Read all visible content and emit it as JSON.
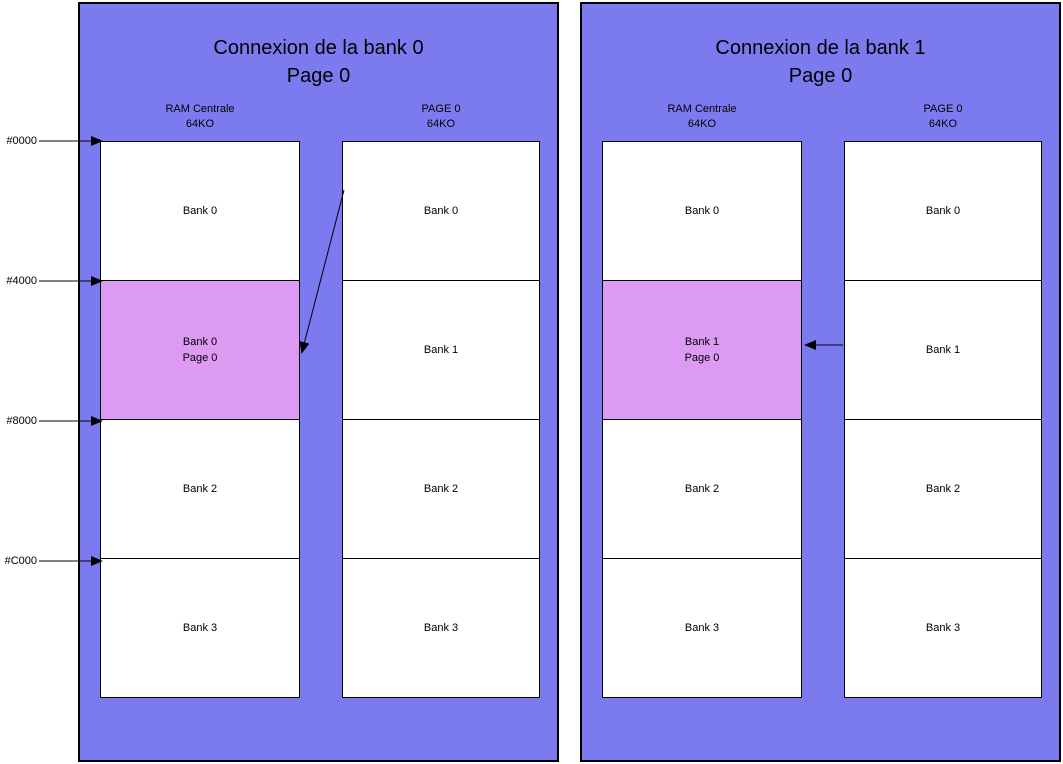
{
  "colors": {
    "panel_bg": "#7b7bef",
    "highlight_bg": "#dd9af2",
    "block_bg": "#ffffff",
    "line": "#000000"
  },
  "address_labels": [
    "#0000",
    "#4000",
    "#8000",
    "#C000"
  ],
  "panels": [
    {
      "title": "Connexion de la bank 0",
      "subtitle": "Page 0",
      "columns": [
        {
          "header": "RAM Centrale",
          "subheader": "64KO",
          "blocks": [
            {
              "label": "Bank 0"
            },
            {
              "label": "Bank 0",
              "label2": "Page 0",
              "highlight": true
            },
            {
              "label": "Bank 2"
            },
            {
              "label": "Bank 3"
            }
          ]
        },
        {
          "header": "PAGE 0",
          "subheader": "64KO",
          "blocks": [
            {
              "label": "Bank 0"
            },
            {
              "label": "Bank 1"
            },
            {
              "label": "Bank 2"
            },
            {
              "label": "Bank 3"
            }
          ]
        }
      ]
    },
    {
      "title": "Connexion de la bank 1",
      "subtitle": "Page 0",
      "columns": [
        {
          "header": "RAM Centrale",
          "subheader": "64KO",
          "blocks": [
            {
              "label": "Bank 0"
            },
            {
              "label": "Bank 1",
              "label2": "Page 0",
              "highlight": true
            },
            {
              "label": "Bank 2"
            },
            {
              "label": "Bank 3"
            }
          ]
        },
        {
          "header": "PAGE 0",
          "subheader": "64KO",
          "blocks": [
            {
              "label": "Bank 0"
            },
            {
              "label": "Bank 1"
            },
            {
              "label": "Bank 2"
            },
            {
              "label": "Bank 3"
            }
          ]
        }
      ]
    }
  ]
}
